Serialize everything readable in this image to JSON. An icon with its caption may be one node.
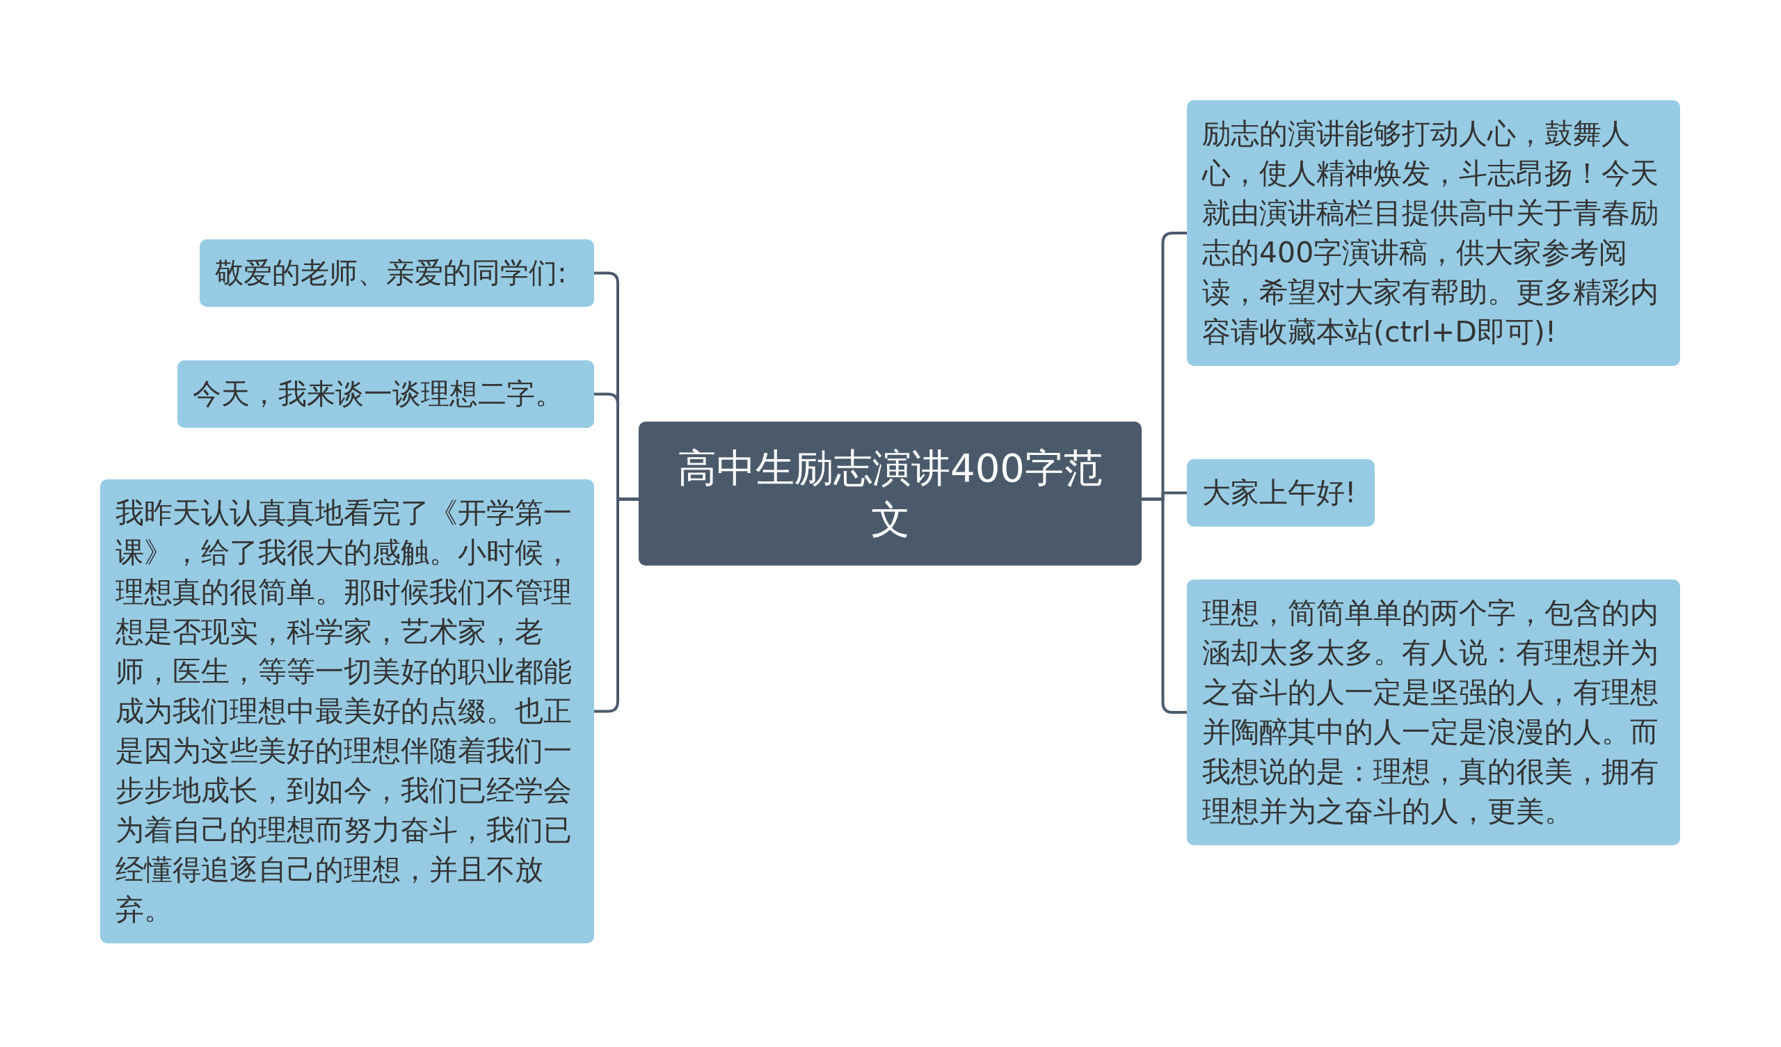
{
  "diagram": {
    "nodes": [
      {
        "text": [
          "高中生励志演讲400字范文"
        ]
      },
      {
        "text": [
          "敬爱的老师、亲爱的同学们:"
        ]
      },
      {
        "text": [
          "今天，我来谈一谈理想二字。"
        ]
      },
      {
        "text": [
          "我昨天认认真真地看完了《开学第一课》，给了我很大的感触。小时候，理想真的很简单。那时候我们不管理想是否现实，科学家，艺术家，老师，医生，等等一切美好的职业都能成为我们理想中最美好的点缀。也正是因为这些美好的理想伴随着我们一步步地成长，到如今，我们已经学会为着自己的理想而努力奋斗，我们已经懂得追逐自己的理想，并且不放弃。"
        ]
      },
      {
        "text": [
          "励志的演讲能够打动人心，鼓舞人心，使人精神焕发，斗志昂扬！今天就由演讲稿栏目提供高中关于青春励志的400字演讲稿，供大家参考阅读，希望对大家有帮助。更多精彩内容请收藏本站(ctrl+D即可)!"
        ]
      },
      {
        "text": [
          "大家上午好!"
        ]
      },
      {
        "text": [
          "理想，简简单单的两个字，包含的内涵却太多太多。有人说：有理想并为之奋斗的人一定是坚强的人，有理想并陶醉其中的人一定是浪漫的人。而我想说的是：理想，真的很美，拥有理想并为之奋斗的人，更美。"
        ]
      }
    ],
    "edges": [
      {
        "from": 0,
        "to": 1,
        "arrow": "none"
      },
      {
        "from": 0,
        "to": 2,
        "arrow": "none"
      },
      {
        "from": 0,
        "to": 3,
        "arrow": "none"
      },
      {
        "from": 0,
        "to": 4,
        "arrow": "none"
      },
      {
        "from": 0,
        "to": 5,
        "arrow": "none"
      },
      {
        "from": 0,
        "to": 6,
        "arrow": "none"
      }
    ]
  }
}
